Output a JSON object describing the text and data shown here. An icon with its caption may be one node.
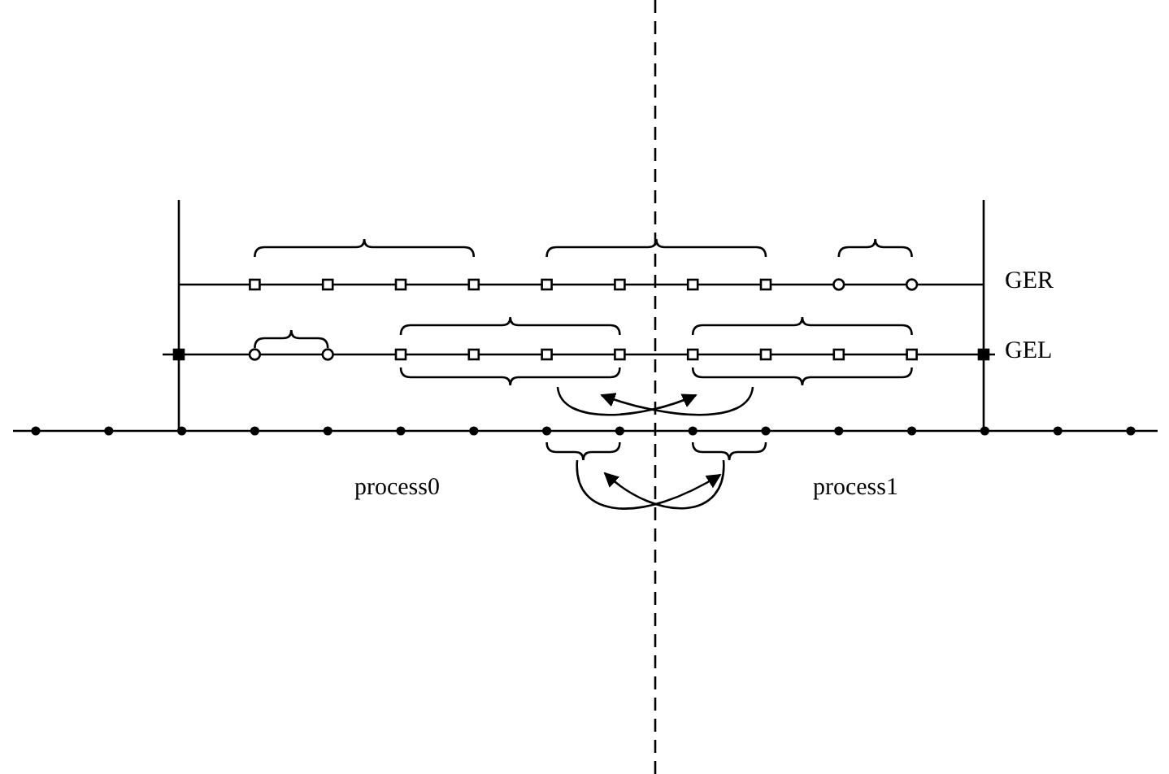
{
  "diagram": {
    "labels": [
      "GER",
      "GEL",
      "process0",
      "process1"
    ]
  }
}
